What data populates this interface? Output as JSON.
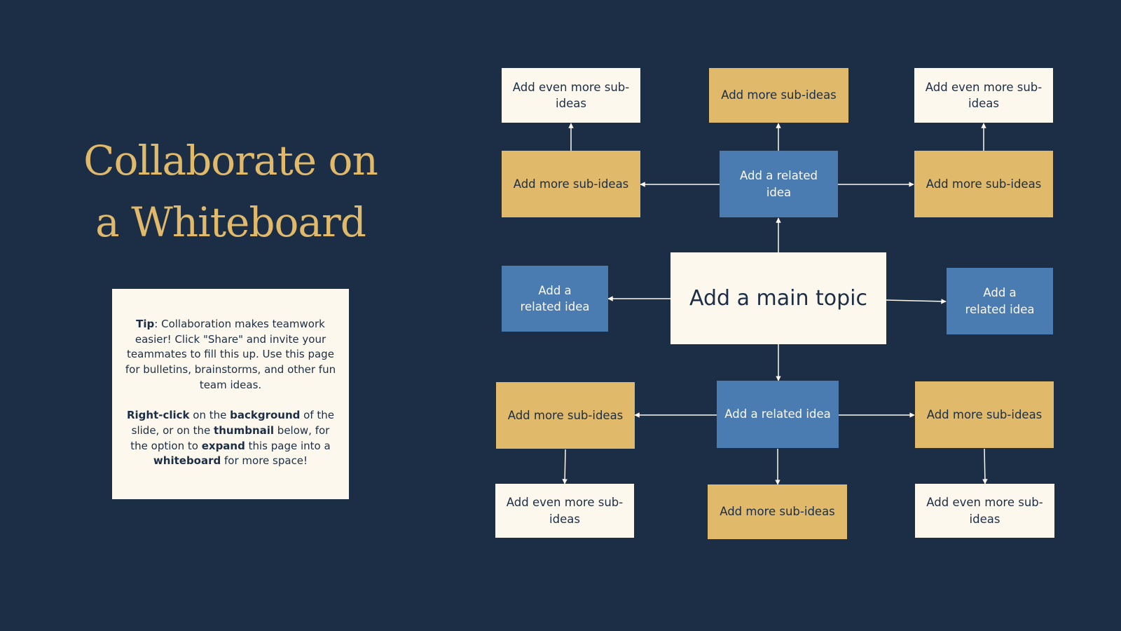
{
  "title": {
    "line1": "Collaborate on",
    "line2": "a Whiteboard"
  },
  "tip": {
    "p1_bold1": "Tip",
    "p1_text1": ": Collaboration makes teamwork easier! Click \"Share\" and invite your teammates to fill this up. Use this page for bulletins, brainstorms, and other fun team ideas.",
    "p2_bold1": "Right-click",
    "p2_text1": " on the ",
    "p2_bold2": "background",
    "p2_text2": " of the slide, or on the ",
    "p2_bold3": "thumbnail",
    "p2_text3": " below, for the option to ",
    "p2_bold4": "expand",
    "p2_text4": " this page into a ",
    "p2_bold5": "whiteboard",
    "p2_text5": " for more space!"
  },
  "colors": {
    "background": "#1b2e45",
    "accent_gold": "#e0b96a",
    "accent_blue": "#4a7cb1",
    "cream": "#fdf8ee"
  },
  "nodes": {
    "main_topic": "Add a main topic",
    "related_top": "Add a related idea",
    "related_left": "Add a related idea",
    "related_right": "Add a related idea",
    "related_bottom": "Add a related idea",
    "sub_top_left": "Add more sub-ideas",
    "sub_top_right": "Add more sub-ideas",
    "sub_bottom_left": "Add more sub-ideas",
    "sub_bottom_right": "Add more sub-ideas",
    "sub_top_center": "Add more sub-ideas",
    "sub_bottom_center": "Add more sub-ideas",
    "even_top_left": "Add even more sub-ideas",
    "even_top_right": "Add even more sub-ideas",
    "even_bottom_left": "Add even more sub-ideas",
    "even_bottom_right": "Add even more sub-ideas"
  }
}
